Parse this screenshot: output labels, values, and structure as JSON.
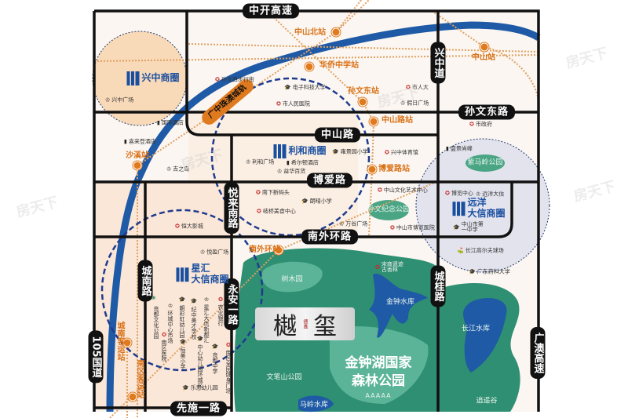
{
  "roads": [
    "中开高速",
    "兴中道",
    "孙文东路",
    "中山路",
    "博爱路",
    "悦来南路",
    "南外环路",
    "城南路",
    "永安一路",
    "城桂路",
    "105国道",
    "广澳高速",
    "先施一路"
  ],
  "rail_line": "广中珠澳城轨",
  "stations": [
    "中山北站",
    "华侨中学站",
    "孙文东站",
    "中山路站",
    "博爱路站",
    "沙溪站",
    "中山站",
    "南外环站",
    "城南客运站",
    "南区客运站"
  ],
  "districts": [
    {
      "line1": "兴中商圈",
      "line2": ""
    },
    {
      "line1": "利和商圈",
      "line2": ""
    },
    {
      "line1": "远洋",
      "line2": "大信商圈"
    },
    {
      "line1": "星汇",
      "line2": "大信商圈"
    }
  ],
  "pois": [
    {
      "name": "孙文西步行街",
      "icon": "star"
    },
    {
      "name": "兴中广场",
      "icon": "shop"
    },
    {
      "name": "电子科技大学",
      "icon": "edu"
    },
    {
      "name": "市人民医院",
      "icon": "star"
    },
    {
      "name": "国际酒店",
      "icon": "hotel"
    },
    {
      "name": "喜来登酒店",
      "icon": "hotel"
    },
    {
      "name": "吉之岛",
      "icon": "shop"
    },
    {
      "name": "利和广场",
      "icon": "shop"
    },
    {
      "name": "希尔顿酒店",
      "icon": "hotel"
    },
    {
      "name": "益华百货",
      "icon": "shop"
    },
    {
      "name": "雍景园小学",
      "icon": "edu"
    },
    {
      "name": "市人大",
      "icon": "star"
    },
    {
      "name": "假日广场",
      "icon": "shop"
    },
    {
      "name": "市政府",
      "icon": "star"
    },
    {
      "name": "兴中体育馆",
      "icon": "star"
    },
    {
      "name": "盛景尚峰",
      "icon": "hotel"
    },
    {
      "name": "中山文化艺术中心",
      "icon": "star"
    },
    {
      "name": "万谷广场",
      "icon": "shop"
    },
    {
      "name": "中山市博览医院",
      "icon": "star"
    },
    {
      "name": "博览中心",
      "icon": "star"
    },
    {
      "name": "远洋大信",
      "icon": "shop"
    },
    {
      "name": "中山市第一中学",
      "icon": "edu"
    },
    {
      "name": "长江高尔夫球场",
      "icon": "golf"
    },
    {
      "name": "广东药科大学",
      "icon": "edu"
    },
    {
      "name": "南下新码头",
      "icon": "star"
    },
    {
      "name": "朗晴小学",
      "icon": "edu"
    },
    {
      "name": "岐桥美食中心",
      "icon": "star"
    },
    {
      "name": "恒大影城",
      "icon": "star"
    },
    {
      "name": "悦盈广场",
      "icon": "shop"
    },
    {
      "name": "宋商遗迹古香林",
      "icon": "star"
    },
    {
      "name": "乐思幼儿园",
      "icon": "edu"
    },
    {
      "name": "良都文化公园",
      "icon": "park"
    },
    {
      "name": "环城中心市场",
      "icon": "shop"
    },
    {
      "name": "朝彩虹幼儿园",
      "icon": "edu"
    },
    {
      "name": "纪中美才学校",
      "icon": "edu"
    },
    {
      "name": "星汇大信新都汇",
      "icon": "shop"
    },
    {
      "name": "农业银行",
      "icon": "star"
    },
    {
      "name": "南区医院",
      "icon": "star"
    },
    {
      "name": "恒美小学",
      "icon": "edu"
    },
    {
      "name": "中心幼儿园环城区",
      "icon": "edu"
    },
    {
      "name": "良都中学",
      "icon": "edu"
    },
    {
      "name": "南区全民健身广场",
      "icon": "star"
    }
  ],
  "parks": [
    "树木园",
    "金钟水库",
    "长江水库",
    "逍遥谷",
    "马岭水库",
    "文笔山公园",
    "紫马岭公园",
    "孙文纪念公园"
  ],
  "forest_park": {
    "line1": "金钟湖国家",
    "line2": "森林公园",
    "rating": "AAAAA"
  },
  "project": {
    "name_a": "樾",
    "name_b": "玺",
    "brand": "德鑫"
  },
  "watermark": "房天下 Fang.com",
  "colors": {
    "road": "#111111",
    "river": "#1f5aa6",
    "rail": "#e07a1f",
    "park": "#2f8f72",
    "district_fill": "#f8d9b8",
    "accent": "#1a4fa0"
  }
}
